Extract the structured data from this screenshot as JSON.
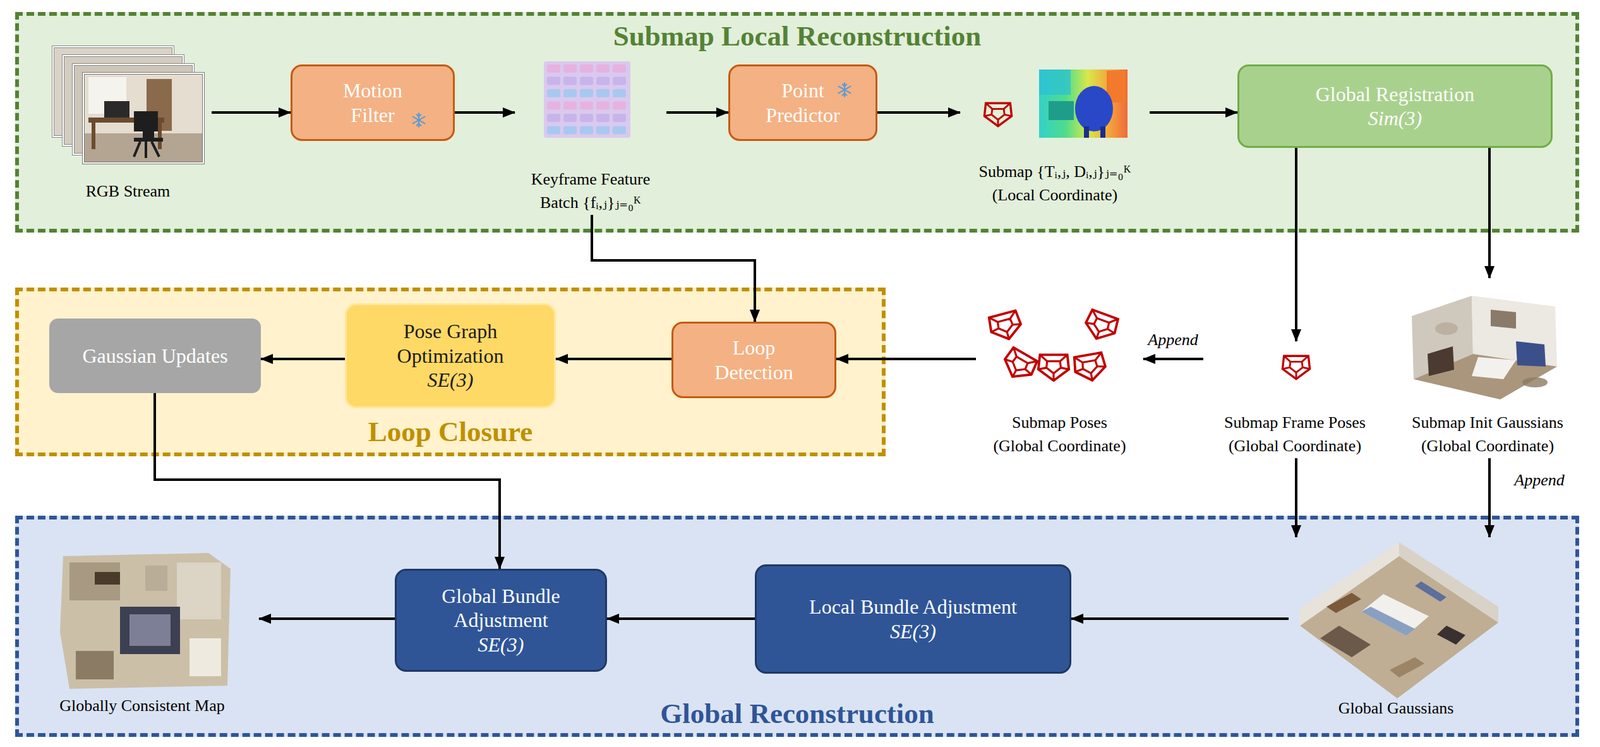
{
  "diagram": {
    "nodes": [
      {
        "text": [
          "Submap Local Reconstruction"
        ]
      },
      {
        "text": [
          "RGB Stream"
        ],
        "in": 0
      },
      {
        "text": [
          "Motion Filter"
        ],
        "in": 0
      },
      {
        "text": [
          "Keyframe Feature Batch {fᵢ,ⱼ}ⱼ₌₀ᴷ"
        ],
        "in": 0
      },
      {
        "text": [
          "Point Predictor"
        ],
        "in": 0
      },
      {
        "text": [
          "Submap {Tᵢ,ⱼ, Dᵢ,ⱼ}ⱼ₌₀ᴷ",
          "(Local Coordinate)"
        ],
        "in": 0
      },
      {
        "text": [
          "Global Registration",
          "Sim(3)"
        ],
        "in": 0
      },
      {
        "text": [
          "Loop Closure"
        ]
      },
      {
        "text": [
          "Gaussian Updates"
        ],
        "in": 7
      },
      {
        "text": [
          "Pose Graph Optimization",
          "SE(3)"
        ],
        "in": 7
      },
      {
        "text": [
          "Loop Detection"
        ],
        "in": 7
      },
      {
        "text": [
          "Submap Poses (Global Coordinate)"
        ]
      },
      {
        "text": [
          "Submap Frame Poses (Global Coordinate)"
        ]
      },
      {
        "text": [
          "Submap Init Gaussians (Global Coordinate)"
        ]
      },
      {
        "text": [
          "Global Reconstruction"
        ]
      },
      {
        "text": [
          "Globally Consistent Map"
        ],
        "in": 14
      },
      {
        "text": [
          "Global Bundle Adjustment",
          "SE(3)"
        ],
        "in": 14
      },
      {
        "text": [
          "Local Bundle Adjustment",
          "SE(3)"
        ],
        "in": 14
      },
      {
        "text": [
          "Global Gaussians"
        ],
        "in": 14
      }
    ],
    "edges": [
      {
        "from": 1,
        "to": 2,
        "arrow": "to"
      },
      {
        "from": 2,
        "to": 3,
        "arrow": "to"
      },
      {
        "from": 3,
        "to": 4,
        "arrow": "to"
      },
      {
        "from": 4,
        "to": 5,
        "arrow": "to"
      },
      {
        "from": 5,
        "to": 6,
        "arrow": "to"
      },
      {
        "from": 3,
        "to": 10,
        "arrow": "to"
      },
      {
        "from": 6,
        "to": 12,
        "arrow": "to"
      },
      {
        "from": 6,
        "to": 13,
        "arrow": "to"
      },
      {
        "from": 12,
        "to": 11,
        "label": "Append",
        "arrow": "to"
      },
      {
        "from": 11,
        "to": 10,
        "arrow": "to"
      },
      {
        "from": 10,
        "to": 9,
        "arrow": "to"
      },
      {
        "from": 9,
        "to": 8,
        "arrow": "to"
      },
      {
        "from": 8,
        "to": 16,
        "arrow": "to"
      },
      {
        "from": 12,
        "to": 18,
        "arrow": "to"
      },
      {
        "from": 13,
        "to": 18,
        "label": "Append",
        "arrow": "to"
      },
      {
        "from": 18,
        "to": 17,
        "arrow": "to"
      },
      {
        "from": 17,
        "to": 16,
        "arrow": "to"
      },
      {
        "from": 16,
        "to": 15,
        "arrow": "to"
      }
    ]
  }
}
